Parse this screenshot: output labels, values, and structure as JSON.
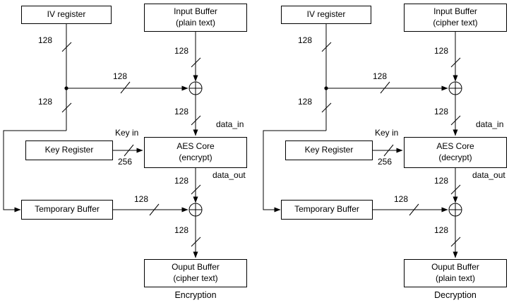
{
  "labels": {
    "bus_128": "128",
    "bus_256": "256",
    "key_in": "Key in",
    "data_in": "data_in",
    "data_out": "data_out"
  },
  "diagrams": [
    {
      "iv_register": "IV register",
      "input_buffer_title": "Input Buffer",
      "input_buffer_subtitle": "(plain text)",
      "key_register": "Key Register",
      "aes_core_title": "AES Core",
      "aes_core_subtitle": "(encrypt)",
      "temporary_buffer": "Temporary Buffer",
      "output_buffer_title": "Ouput Buffer",
      "output_buffer_subtitle": "(cipher text)",
      "caption": "Encryption"
    },
    {
      "iv_register": "IV register",
      "input_buffer_title": "Input Buffer",
      "input_buffer_subtitle": "(cipher text)",
      "key_register": "Key Register",
      "aes_core_title": "AES Core",
      "aes_core_subtitle": "(decrypt)",
      "temporary_buffer": "Temporary Buffer",
      "output_buffer_title": "Ouput Buffer",
      "output_buffer_subtitle": "(plain text)",
      "caption": "Decryption"
    }
  ]
}
